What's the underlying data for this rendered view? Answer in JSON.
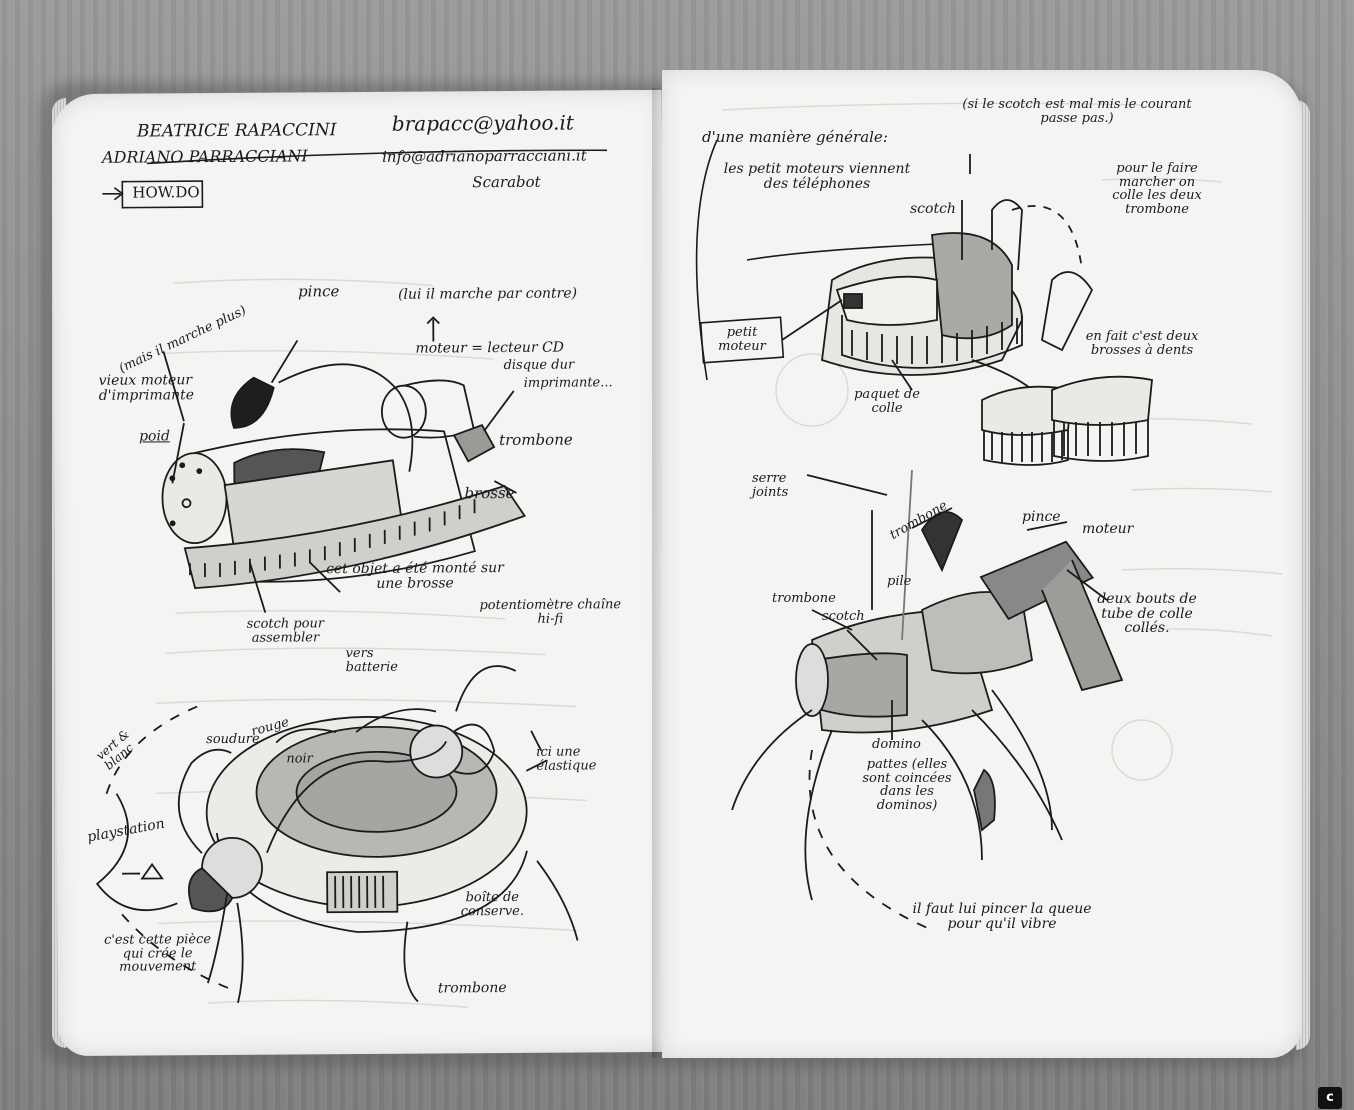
{
  "header": {
    "author1": "BEATRICE RAPACCINI",
    "email1": "brapacc@yahoo.it",
    "author2": "ADRIANO PARRACCIANI",
    "email2": "info@adrianoparracciani.it",
    "logo": "HOW.DO",
    "project": "Scarabot"
  },
  "left_page": {
    "notes": [
      "(mais il marche plus)",
      "pince",
      "(lui il marche par contre)",
      "vieux moteur d'imprimante",
      "poid",
      "moteur = lecteur CD",
      "disque dur",
      "imprimante...",
      "trombone",
      "brosse",
      "cet objet a été monté sur une brosse",
      "scotch pour assembler",
      "potentiomètre chaîne hi-fi",
      "vers batterie",
      "soudure",
      "vert & blanc",
      "rouge",
      "noir",
      "ici une élastique",
      "playstation",
      "c'est cette pièce qui crée le mouvement",
      "boîte de conserve.",
      "trombone"
    ]
  },
  "right_page": {
    "notes": [
      "d'une manière générale:",
      "les petit moteurs viennent des téléphones",
      "(si le scotch est mal mis le courant passe pas.)",
      "pour le faire marcher on colle les deux trombone",
      "scotch",
      "petit moteur",
      "paquet de colle",
      "en fait c'est deux brosses à dents",
      "serre joints",
      "trombone",
      "pince",
      "moteur",
      "pile",
      "trombone",
      "scotch",
      "deux bouts de tube de colle collés.",
      "domino",
      "pattes (elles sont coincées dans les dominos)",
      "il faut lui pincer la queue pour qu'il vibre"
    ]
  },
  "corner_badge": "c"
}
